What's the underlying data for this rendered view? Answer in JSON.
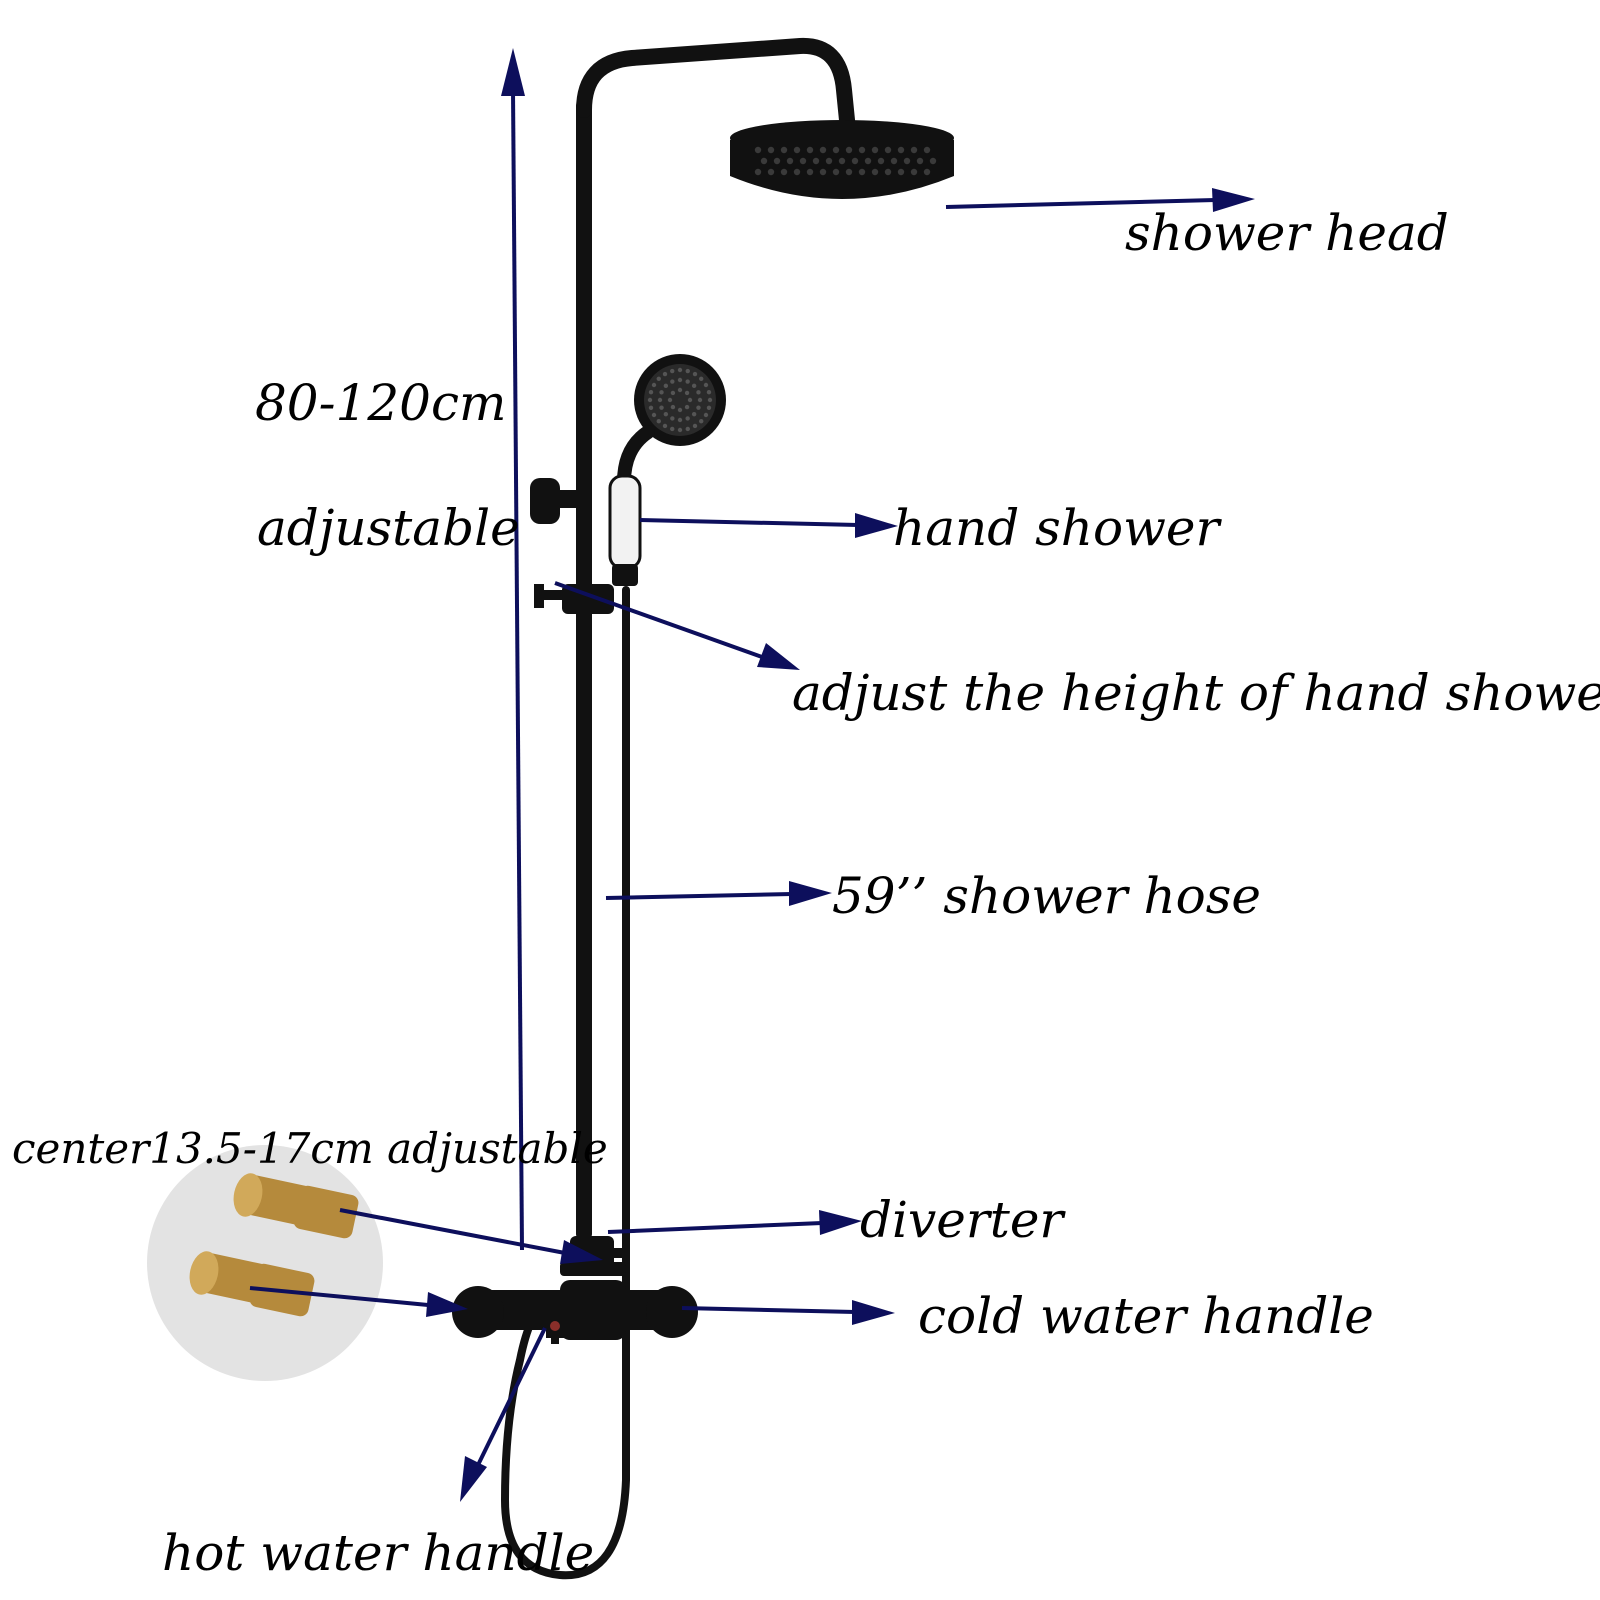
{
  "labels": {
    "shower_head": "shower head",
    "height_range": "80-120cm",
    "adjustable": "adjustable",
    "hand_shower": "hand shower",
    "adjust_height": "adjust the height of hand shower",
    "shower_hose": "59’’ shower hose",
    "center_adjustable": "center13.5-17cm adjustable",
    "diverter": "diverter",
    "cold_water_handle": "cold water handle",
    "hot_water_handle": "hot water handle"
  },
  "colors": {
    "arrow": "#0d0f5c",
    "fixture": "#111111",
    "brass": "#b58a3c",
    "background": "#ffffff"
  }
}
